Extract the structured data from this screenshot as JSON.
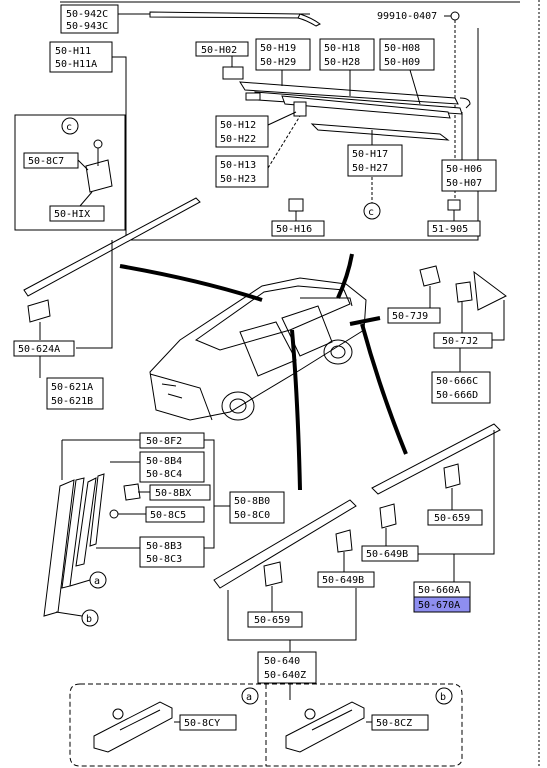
{
  "labels": {
    "p942": [
      "50-942C",
      "50-943C"
    ],
    "p9991": "99910-0407",
    "pH11": [
      "50-H11",
      "50-H11A"
    ],
    "pH02": "50-H02",
    "pH19": [
      "50-H19",
      "50-H29"
    ],
    "pH18": [
      "50-H18",
      "50-H28"
    ],
    "pH08": [
      "50-H08",
      "50-H09"
    ],
    "pH12": [
      "50-H12",
      "50-H22"
    ],
    "pH13": [
      "50-H13",
      "50-H23"
    ],
    "pH17": [
      "50-H17",
      "50-H27"
    ],
    "pH06": [
      "50-H06",
      "50-H07"
    ],
    "pH16": "50-H16",
    "p905": "51-905",
    "p8C7": "50-8C7",
    "pHIX": "50-HIX",
    "p624": "50-624A",
    "p621": [
      "50-621A",
      "50-621B"
    ],
    "p7J9": "50-7J9",
    "p7J2": "50-7J2",
    "p666": [
      "50-666C",
      "50-666D"
    ],
    "p8F2": "50-8F2",
    "p8B4": [
      "50-8B4",
      "50-8C4"
    ],
    "p8BX": "50-8BX",
    "p8B0": [
      "50-8B0",
      "50-8C0"
    ],
    "p8C5": "50-8C5",
    "p8B3": [
      "50-8B3",
      "50-8C3"
    ],
    "p659r": "50-659",
    "p649r": "50-649B",
    "p649l": "50-649B",
    "p660": "50-660A",
    "p670": "50-670A",
    "p659l": "50-659",
    "p640": [
      "50-640",
      "50-640Z"
    ],
    "p8CY": "50-8CY",
    "p8CZ": "50-8CZ"
  },
  "callouts": {
    "c": "c",
    "a": "a",
    "b": "b"
  }
}
